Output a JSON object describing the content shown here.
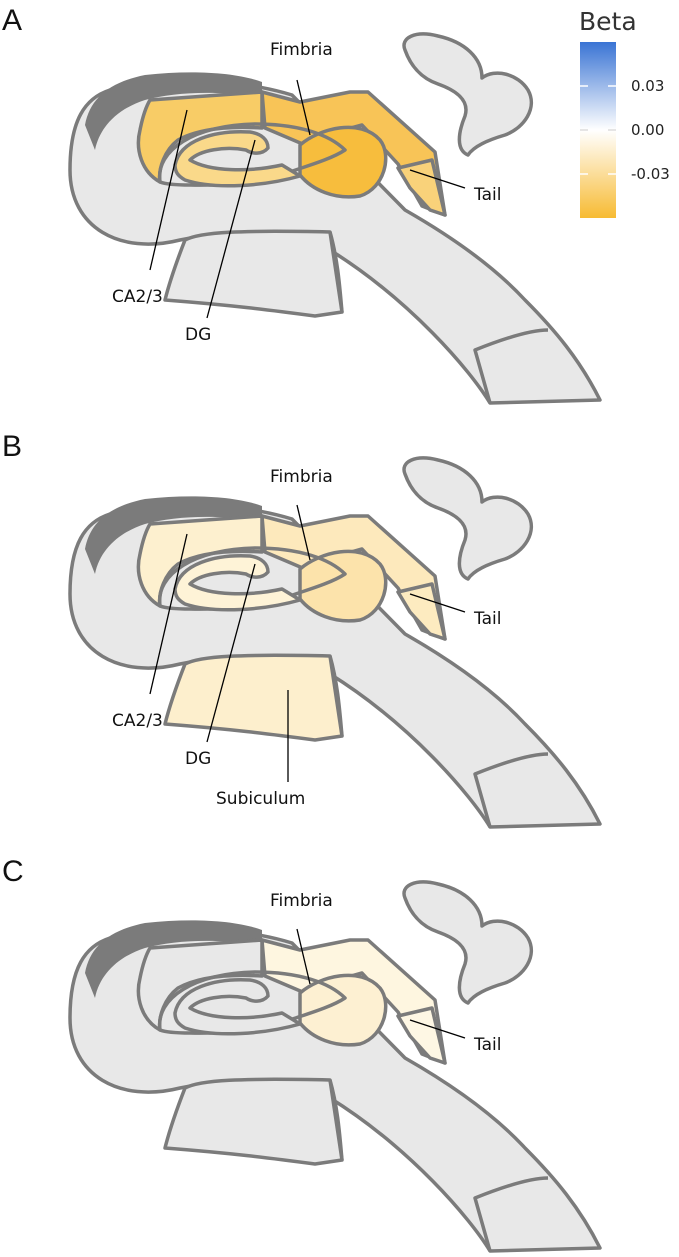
{
  "legend": {
    "title": "Beta",
    "ticks": [
      "0.03",
      "0.00",
      "-0.03"
    ],
    "colors": {
      "high": "#3a74d4",
      "mid": "#ffffff",
      "low": "#f7bb33"
    }
  },
  "panels": [
    {
      "letter": "A",
      "labels": {
        "fimbria": "Fimbria",
        "tail": "Tail",
        "ca23": "CA2/3",
        "dg": "DG"
      },
      "fills": {
        "ca_band": "#f8cc66",
        "fimbria": "#f8c457",
        "blob": "#f7bd3d",
        "tail": "#f9d27a",
        "dg": "#fad98a",
        "subiculum": "#e8e8e8"
      }
    },
    {
      "letter": "B",
      "labels": {
        "fimbria": "Fimbria",
        "tail": "Tail",
        "ca23": "CA2/3",
        "dg": "DG",
        "subiculum": "Subiculum"
      },
      "fills": {
        "ca_band": "#fdf0cf",
        "fimbria": "#fde9bc",
        "blob": "#fce3ab",
        "tail": "#fdebc0",
        "dg": "#fef3d7",
        "subiculum": "#fdefcd"
      }
    },
    {
      "letter": "C",
      "labels": {
        "fimbria": "Fimbria",
        "tail": "Tail"
      },
      "fills": {
        "ca_band": "#e8e8e8",
        "fimbria": "#fef6e0",
        "blob": "#fdf0d2",
        "tail": "#fef7e4",
        "dg": "#e8e8e8",
        "subiculum": "#e8e8e8"
      }
    }
  ]
}
